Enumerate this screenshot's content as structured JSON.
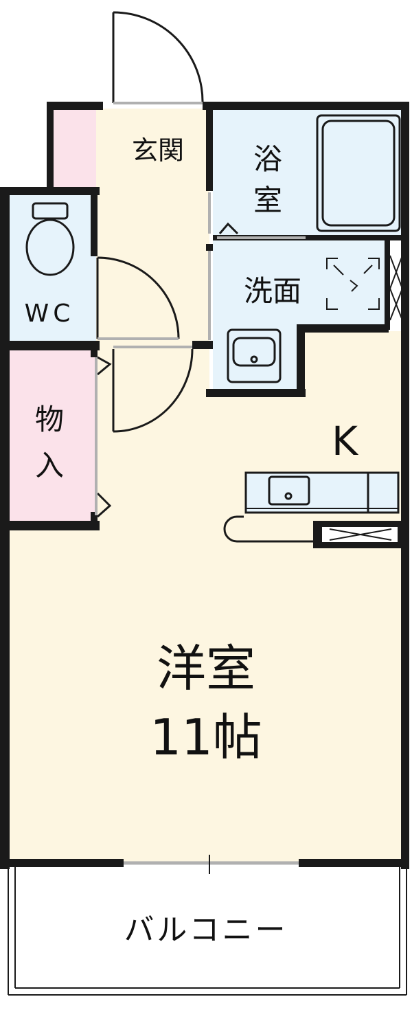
{
  "rooms": {
    "entrance": "玄関",
    "bath_line1": "浴",
    "bath_line2": "室",
    "washroom": "洗面",
    "wc": "WC",
    "storage_line1": "物",
    "storage_line2": "入",
    "kitchen": "K",
    "western_room": "洋室",
    "western_room_size": "11帖",
    "balcony": "バルコニー"
  },
  "colors": {
    "wall": "#1a1a1a",
    "living_floor": "#fdf6e1",
    "wet_area": "#e6f3fb",
    "storage": "#fbe2ea",
    "balcony": "#ffffff"
  }
}
